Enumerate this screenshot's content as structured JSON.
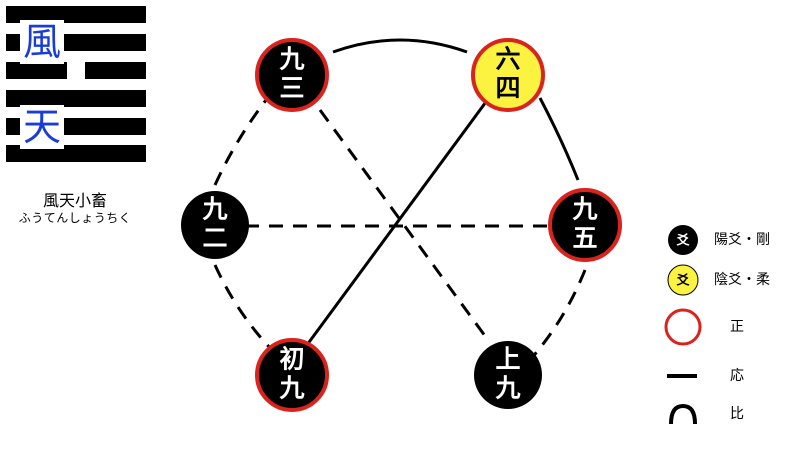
{
  "hexagram": {
    "upper_trigram": "風",
    "lower_trigram": "天",
    "title": "風天小畜",
    "reading": "ふうてんしょうちく"
  },
  "nodes": [
    {
      "id": "line3",
      "top": "九",
      "bottom": "三",
      "type": "yang",
      "correct": true
    },
    {
      "id": "line4",
      "top": "六",
      "bottom": "四",
      "type": "yin",
      "correct": true
    },
    {
      "id": "line2",
      "top": "九",
      "bottom": "二",
      "type": "yang",
      "correct": false
    },
    {
      "id": "line5",
      "top": "九",
      "bottom": "五",
      "type": "yang",
      "correct": true
    },
    {
      "id": "line1",
      "top": "初",
      "bottom": "九",
      "type": "yang",
      "correct": true
    },
    {
      "id": "line6",
      "top": "上",
      "bottom": "九",
      "type": "yang",
      "correct": false
    }
  ],
  "legend": {
    "yang_symbol": "爻",
    "yang_label": "陽爻・剛",
    "yin_symbol": "爻",
    "yin_label": "陰爻・柔",
    "correct_label": "正",
    "resonance_label": "応",
    "adjacency_label": "比"
  },
  "colors": {
    "yang_fill": "#000000",
    "yin_fill": "#fbf33f",
    "correct_ring": "#d9231c",
    "trigram_text": "#1a3dd6"
  }
}
